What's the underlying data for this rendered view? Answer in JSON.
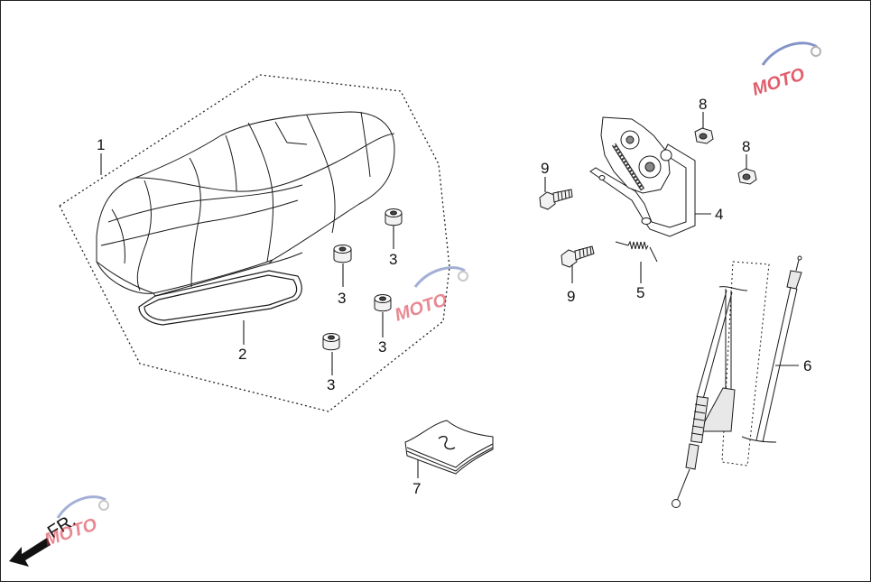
{
  "callouts": {
    "seat": "1",
    "seat_gasket": "2",
    "bumper_a": "3",
    "bumper_b": "3",
    "bumper_c": "3",
    "bumper_d": "3",
    "seat_lock": "4",
    "spring": "5",
    "cable": "6",
    "manual": "7",
    "nut_a": "8",
    "nut_b": "8",
    "bolt_a": "9",
    "bolt_b": "9"
  },
  "front_indicator": "FR.",
  "watermark": {
    "text": "MOTO",
    "colors": {
      "red": "#d6283a",
      "blue": "#5b6fb5",
      "grey": "#9a9a9a"
    }
  },
  "colors": {
    "line": "#1a1a1a",
    "background": "#ffffff"
  }
}
